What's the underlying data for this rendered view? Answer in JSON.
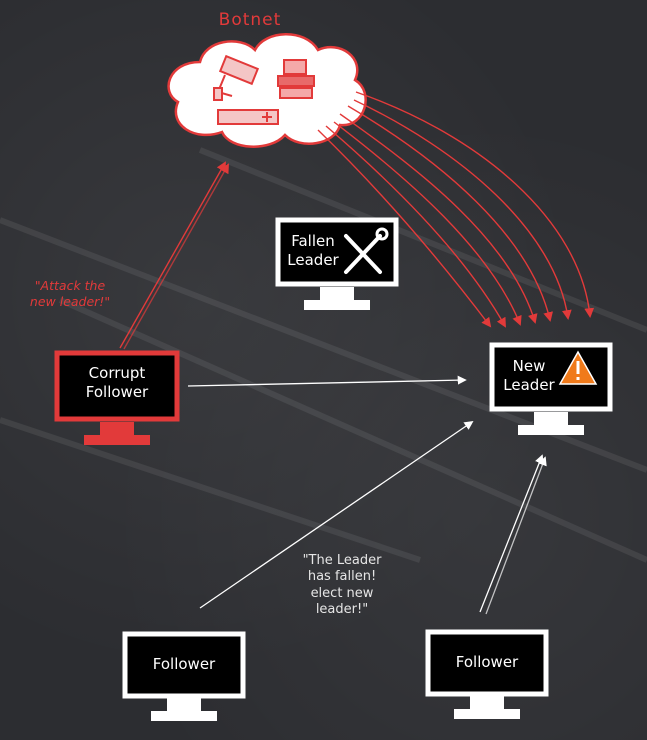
{
  "diagram": {
    "botnet_label": "Botnet",
    "nodes": {
      "fallen_leader": "Fallen\nLeader",
      "new_leader": "New\nLeader",
      "corrupt_follower": "Corrupt\nFollower",
      "follower_left": "Follower",
      "follower_right": "Follower"
    },
    "annotations": {
      "attack": "\"Attack the\nnew leader!\"",
      "leader_fallen": "\"The Leader\nhas fallen!\nelect new\nleader!\""
    },
    "colors": {
      "background": "#2c2d31",
      "attack_red": "#e23a3a",
      "normal_white": "#ffffff"
    },
    "icons": [
      "cloud-icon",
      "security-camera-icon",
      "router-icon",
      "tools-icon",
      "warning-icon"
    ]
  }
}
